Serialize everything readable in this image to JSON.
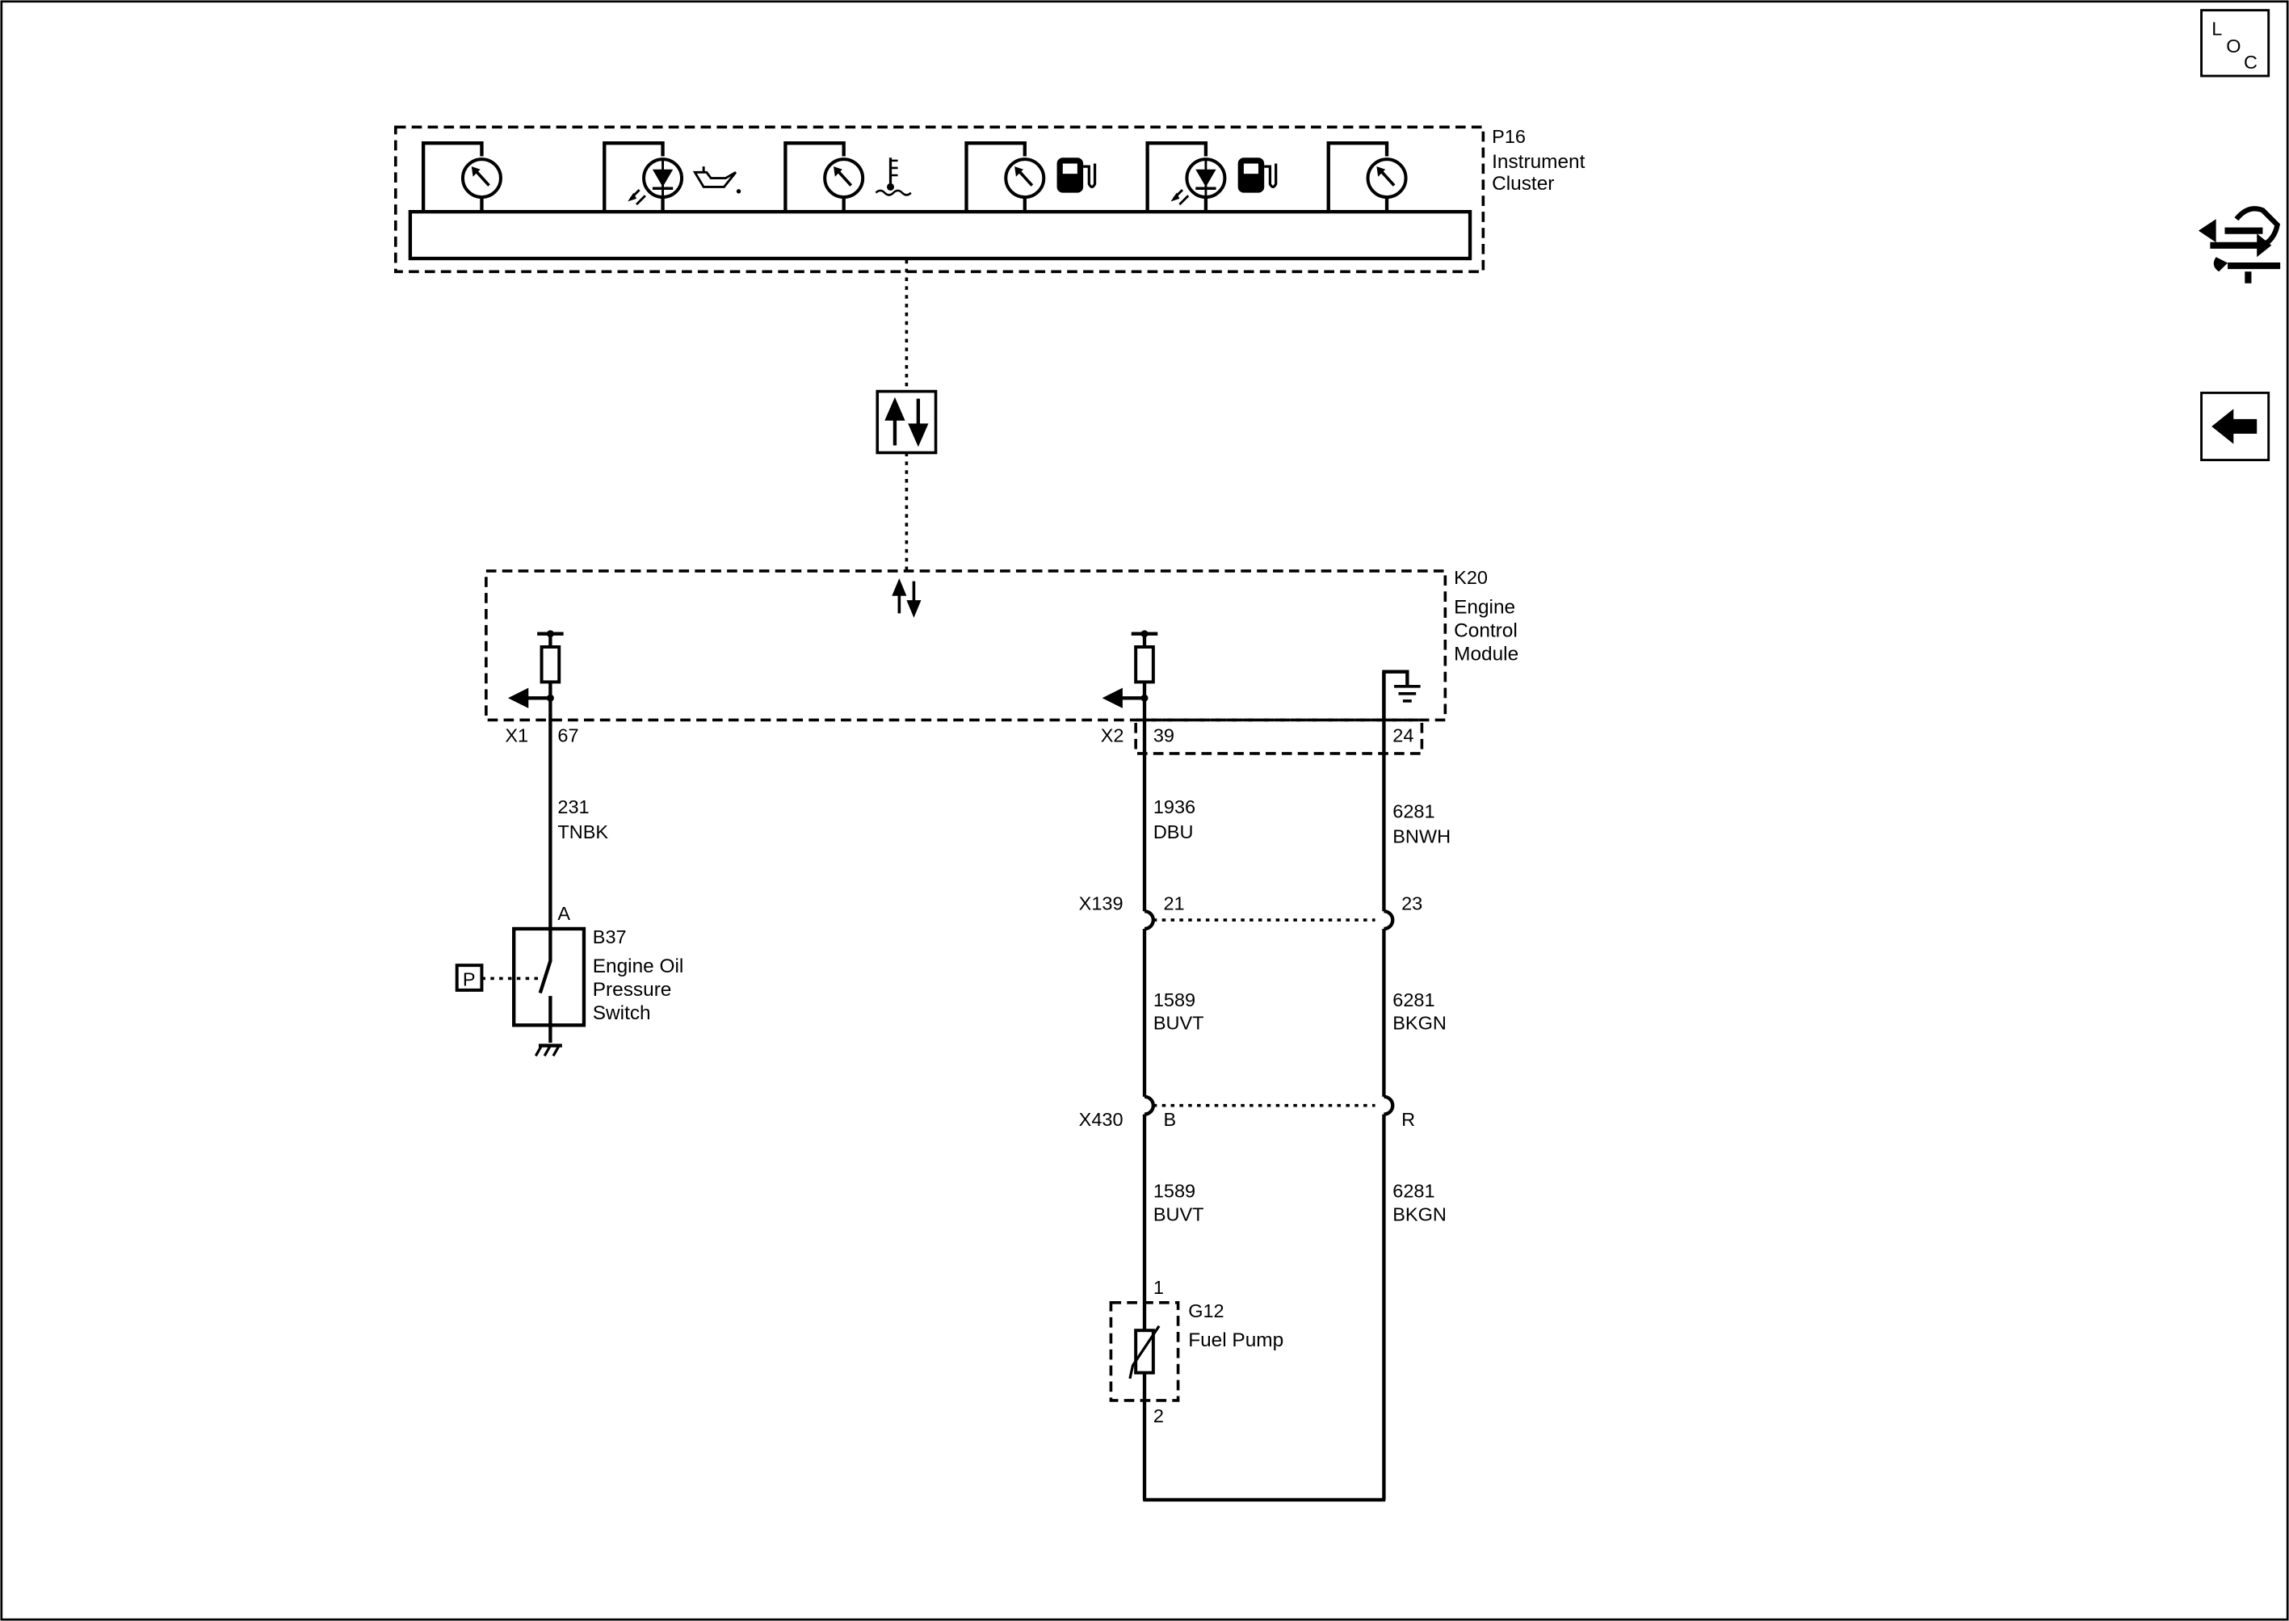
{
  "nav": {
    "loc_letters": [
      "L",
      "O",
      "C"
    ],
    "colors": {
      "line": "#000000",
      "background": "#ffffff"
    },
    "icons": [
      "loc-button-icon",
      "cross-reference-icon",
      "back-arrow-icon"
    ]
  },
  "p16": {
    "id": "P16",
    "name_lines": [
      "Instrument",
      "Cluster"
    ],
    "gauges": [
      {
        "type": "gauge",
        "symbol": ""
      },
      {
        "type": "lamp",
        "symbol": "oil-can-icon"
      },
      {
        "type": "gauge",
        "symbol": "coolant-temperature-icon"
      },
      {
        "type": "gauge",
        "symbol": "fuel-pump-icon"
      },
      {
        "type": "lamp",
        "symbol": "fuel-pump-icon"
      },
      {
        "type": "gauge",
        "symbol": ""
      }
    ]
  },
  "k20": {
    "id": "K20",
    "name_lines": [
      "Engine",
      "Control",
      "Module"
    ]
  },
  "circuits": {
    "left": {
      "connector": "X1",
      "pin": "67",
      "wire_number": "231",
      "wire_color": "TNBK",
      "terminal": "A"
    },
    "mid": {
      "connector": "X2",
      "pin": "39",
      "seg1": {
        "number": "1936",
        "color": "DBU"
      },
      "x139_pin": "21",
      "seg2": {
        "number": "1589",
        "color": "BUVT"
      },
      "x430_pin": "B",
      "seg3": {
        "number": "1589",
        "color": "BUVT"
      },
      "pump_pin_top": "1",
      "pump_pin_bottom": "2"
    },
    "right": {
      "pin": "24",
      "seg1": {
        "number": "6281",
        "color": "BNWH"
      },
      "x139_pin": "23",
      "seg2": {
        "number": "6281",
        "color": "BKGN"
      },
      "x430_pin": "R",
      "seg3": {
        "number": "6281",
        "color": "BKGN"
      }
    }
  },
  "connectors": {
    "x139": "X139",
    "x430": "X430"
  },
  "b37": {
    "id": "B37",
    "name_lines": [
      "Engine Oil",
      "Pressure",
      "Switch"
    ],
    "p_label": "P"
  },
  "g12": {
    "id": "G12",
    "name": "Fuel Pump"
  }
}
